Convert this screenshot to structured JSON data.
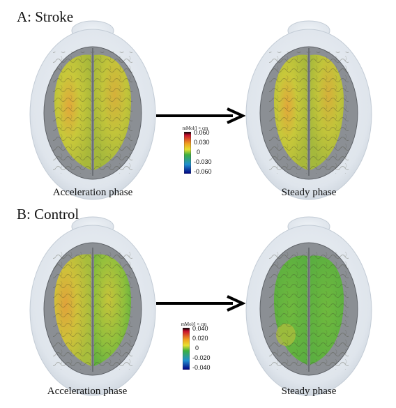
{
  "panels": [
    {
      "title": "A: Stroke",
      "left_caption": "Acceleration phase",
      "right_caption": "Steady phase",
      "colorbar": {
        "unit": "mMol/l × cm",
        "ticks": [
          "0.060",
          "0.030",
          "0",
          "-0.030",
          "-0.060"
        ]
      }
    },
    {
      "title": "B: Control",
      "left_caption": "Acceleration phase",
      "right_caption": "Steady phase",
      "colorbar": {
        "unit": "mMol/l × cm",
        "ticks": [
          "0.040",
          "0.020",
          "0",
          "-0.020",
          "-0.040"
        ]
      }
    }
  ],
  "colors": {
    "colormap_top": "#000000",
    "colormap_high": "#c8102e",
    "colormap_mid_high": "#f0a020",
    "colormap_mid": "#e8e030",
    "colormap_zero": "#3cb040",
    "colormap_low": "#2090d0",
    "colormap_bottom": "#000080",
    "arrow": "#000000"
  }
}
